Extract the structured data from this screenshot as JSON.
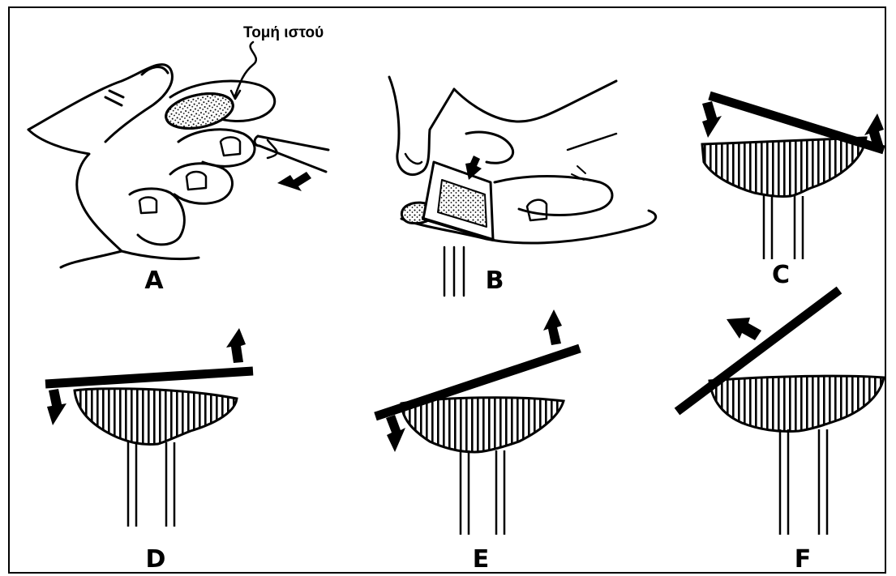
{
  "annotation": "Τομή ιστού",
  "panels": [
    {
      "id": "A",
      "label": "A"
    },
    {
      "id": "B",
      "label": "B"
    },
    {
      "id": "C",
      "label": "C"
    },
    {
      "id": "D",
      "label": "D"
    },
    {
      "id": "E",
      "label": "E"
    },
    {
      "id": "F",
      "label": "F"
    }
  ],
  "colors": {
    "ink": "#000000",
    "background": "#ffffff"
  }
}
